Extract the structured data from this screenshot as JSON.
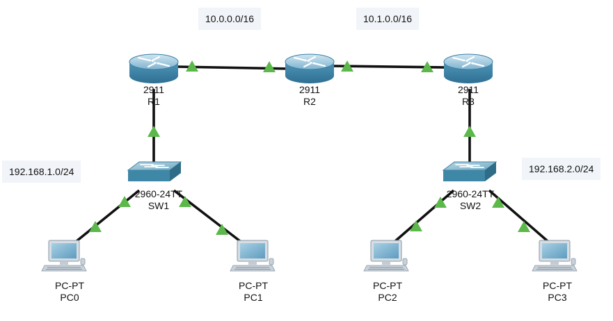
{
  "networks": {
    "net_r1_r2": "10.0.0.0/16",
    "net_r2_r3": "10.1.0.0/16",
    "lan_sw1": "192.168.1.0/24",
    "lan_sw2": "192.168.2.0/24"
  },
  "devices": {
    "r1": {
      "model": "2911",
      "name": "R1"
    },
    "r2": {
      "model": "2911",
      "name": "R2"
    },
    "r3": {
      "model": "2911",
      "name": "R3"
    },
    "sw1": {
      "model": "2960-24TT",
      "name": "SW1"
    },
    "sw2": {
      "model": "2960-24TT",
      "name": "SW2"
    },
    "pc0": {
      "model": "PC-PT",
      "name": "PC0"
    },
    "pc1": {
      "model": "PC-PT",
      "name": "PC1"
    },
    "pc2": {
      "model": "PC-PT",
      "name": "PC2"
    },
    "pc3": {
      "model": "PC-PT",
      "name": "PC3"
    }
  },
  "colors": {
    "link": "#111111",
    "link_up_indicator": "#5cb84a",
    "router_body": "#4a90b2",
    "switch_body": "#4a90a8",
    "pc_screen": "#7fb6d3",
    "label_background": "#f1f4f8"
  }
}
